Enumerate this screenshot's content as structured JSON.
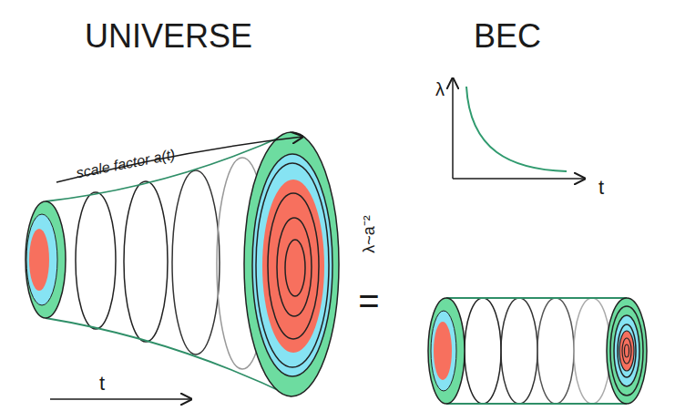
{
  "diagram": {
    "labels": [
      "UNIVERSE",
      "BEC",
      "scale factor a(t)",
      "t",
      "λ",
      "t",
      "λ~a⁻²",
      "="
    ]
  }
}
